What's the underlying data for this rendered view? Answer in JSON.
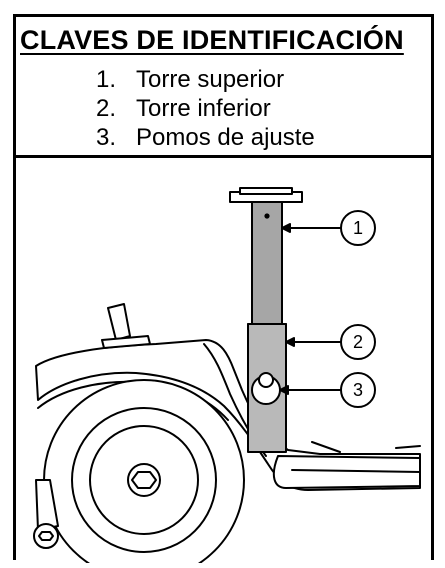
{
  "key": {
    "title": "CLAVES DE IDENTIFICACIÓN",
    "items": [
      {
        "number": "1.",
        "label": "Torre superior"
      },
      {
        "number": "2.",
        "label": "Torre inferior"
      },
      {
        "number": "3.",
        "label": "Pomos de ajuste"
      }
    ]
  },
  "callouts": [
    "1",
    "2",
    "3"
  ],
  "colors": {
    "ink": "#000000",
    "upper_tower": "#a6a6a6",
    "lower_tower": "#b9b9b9",
    "paper": "#ffffff"
  }
}
